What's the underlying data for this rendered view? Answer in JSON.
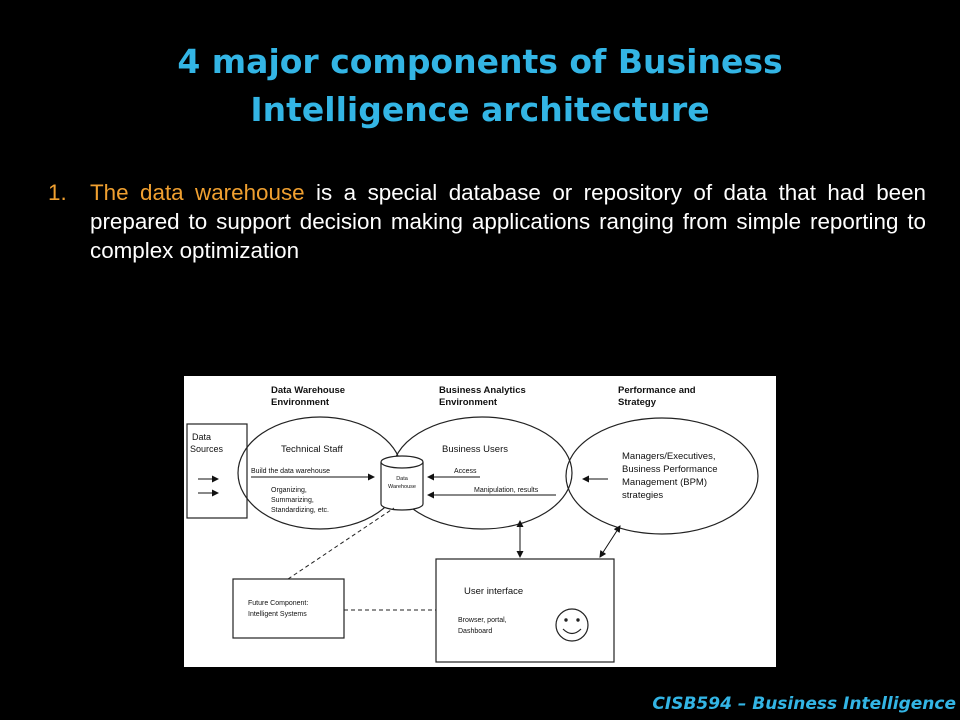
{
  "title": {
    "line1": "4 major components of Business",
    "line2": "Intelligence architecture"
  },
  "body": {
    "number": "1.",
    "highlight": "The data warehouse",
    "rest": " is a special database or repository of data that had been prepared to support decision making applications ranging from simple reporting to complex optimization"
  },
  "diagram": {
    "headers": {
      "dw_line1": "Data Warehouse",
      "dw_line2": "Environment",
      "ba_line1": "Business Analytics",
      "ba_line2": "Environment",
      "ps_line1": "Performance and",
      "ps_line2": "Strategy"
    },
    "data_sources": {
      "line1": "Data",
      "line2": "Sources"
    },
    "technical_staff": {
      "title": "Technical Staff",
      "build": "Build the data warehouse",
      "task1": "Organizing,",
      "task2": "Summarizing,",
      "task3": "Standardizing, etc."
    },
    "warehouse": {
      "line1": "Data",
      "line2": "Warehouse"
    },
    "business_users": {
      "title": "Business Users",
      "access": "Access",
      "manipulation": "Manipulation, results"
    },
    "managers": {
      "line1": "Managers/Executives,",
      "line2": "Business Performance",
      "line3": "Management (BPM)",
      "line4": "strategies"
    },
    "future": {
      "line1": "Future Component:",
      "line2": "Intelligent Systems"
    },
    "user_interface": {
      "title": "User interface",
      "line1": "Browser, portal,",
      "line2": "Dashboard"
    }
  },
  "footer": "CISB594 – Business Intelligence"
}
